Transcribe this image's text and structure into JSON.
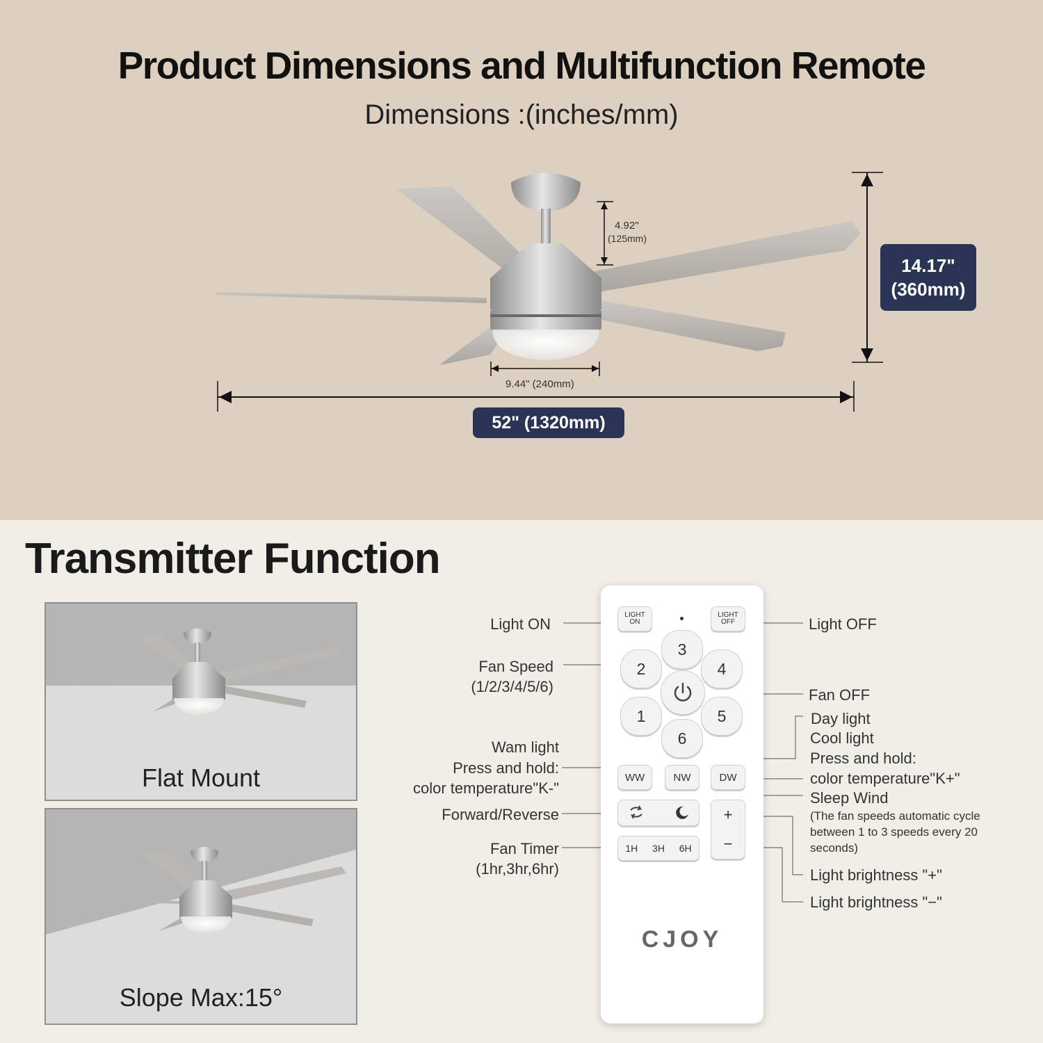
{
  "header": {
    "title": "Product Dimensions and Multifunction Remote",
    "subtitle": "Dimensions :(inches/mm)"
  },
  "dimensions": {
    "downrod": "4.92\"",
    "downrod_mm": "(125mm)",
    "light_kit": "9.44\" (240mm)",
    "width": "52\" (1320mm)",
    "height_in": "14.17\"",
    "height_mm": "(360mm)"
  },
  "transmitter": {
    "title": "Transmitter Function",
    "mounts": {
      "flat": "Flat Mount",
      "slope": "Slope Max:15°"
    }
  },
  "remote": {
    "brand": "CJOY",
    "light_on": [
      "LIGHT",
      "ON"
    ],
    "light_off": [
      "LIGHT",
      "OFF"
    ],
    "speeds": [
      "1",
      "2",
      "3",
      "4",
      "5",
      "6"
    ],
    "ww": "WW",
    "nw": "NW",
    "dw": "DW",
    "plus": "+",
    "minus": "−",
    "t1": "1H",
    "t3": "3H",
    "t6": "6H"
  },
  "labels": {
    "light_on": "Light ON",
    "fan_speed": "Fan Speed",
    "fan_speed_sub": "(1/2/3/4/5/6)",
    "warm1": "Wam light",
    "warm2": "Press and hold:",
    "warm3": "color temperature\"K-\"",
    "fwd_rev": "Forward/Reverse",
    "timer": "Fan Timer",
    "timer_sub": "(1hr,3hr,6hr)",
    "light_off": "Light OFF",
    "fan_off": "Fan OFF",
    "day": "Day light",
    "cool": "Cool light",
    "press_hold": "Press and hold:",
    "kplus": "color temperature\"K+\"",
    "sleep": "Sleep Wind",
    "sleep_desc1": "(The fan speeds automatic cycle",
    "sleep_desc2": "between 1 to 3 speeds every 20",
    "sleep_desc3": "seconds)",
    "bright_plus": "Light brightness \"+\"",
    "bright_minus": "Light brightness \"−\""
  }
}
